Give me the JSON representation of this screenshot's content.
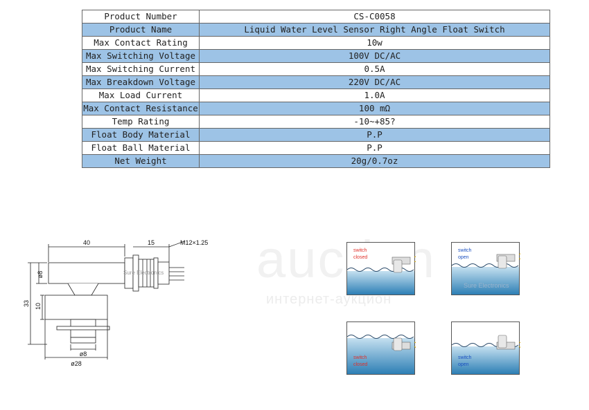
{
  "spec_table": {
    "rows": [
      {
        "label": "Product Number",
        "value": "CS-C0058",
        "style": "white"
      },
      {
        "label": "Product Name",
        "value": "Liquid Water Level Sensor Right Angle Float Switch",
        "style": "blue"
      },
      {
        "label": "Max Contact Rating",
        "value": "10w",
        "style": "white"
      },
      {
        "label": "Max Switching Voltage",
        "value": "100V DC/AC",
        "style": "blue"
      },
      {
        "label": "Max Switching Current",
        "value": "0.5A",
        "style": "white"
      },
      {
        "label": "Max Breakdown Voltage",
        "value": "220V DC/AC",
        "style": "blue"
      },
      {
        "label": "Max Load Current",
        "value": "1.0A",
        "style": "white"
      },
      {
        "label": "Max Contact Resistance",
        "value": "100 mΩ",
        "style": "blue"
      },
      {
        "label": "Temp Rating",
        "value": "-10~+85?",
        "style": "white"
      },
      {
        "label": "Float Body Material",
        "value": "P.P",
        "style": "blue"
      },
      {
        "label": "Float Ball Material",
        "value": "P.P",
        "style": "white"
      },
      {
        "label": "Net Weight",
        "value": "20g/0.7oz",
        "style": "blue"
      }
    ]
  },
  "drawing": {
    "dim_40": "40",
    "dim_15": "15",
    "dim_thread": "M12×1.25",
    "dim_d8_top": "ø8",
    "dim_33": "33",
    "dim_10": "10",
    "dim_d8_bottom": "ø8",
    "dim_d28": "ø28",
    "watermark_brand": "Sure Electronics"
  },
  "watermark": {
    "big": "auction",
    "small": "интернет-аукцион"
  },
  "tanks": [
    {
      "line1": "switch",
      "line2": "closed",
      "color": "#e0302a",
      "brand": ""
    },
    {
      "line1": "switch",
      "line2": "open",
      "color": "#1a4fc0",
      "brand": "Sure Electronics"
    },
    {
      "line1": "switch",
      "line2": "closed",
      "color": "#e0302a",
      "brand": ""
    },
    {
      "line1": "switch",
      "line2": "open",
      "color": "#1a4fc0",
      "brand": ""
    }
  ],
  "colors": {
    "table_blue": "#9dc3e6",
    "water_top": "#c5e0f0",
    "water_bottom": "#2d7fb5"
  }
}
